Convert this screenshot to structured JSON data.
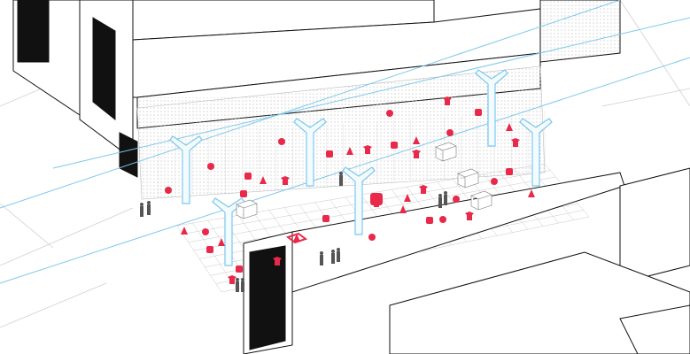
{
  "colors": {
    "background": "#ffffff",
    "outline": "#111111",
    "grid": "#c8c8c8",
    "accent_red": "#e8294a",
    "accent_blue": "#7cc8ec",
    "people": "#555555",
    "facade_dots": "#bdbdbd"
  },
  "diagram": {
    "type": "axonometric-plaza",
    "red_object_count": 40,
    "tree_column_count": 6,
    "pavilion_box_count": 4
  }
}
